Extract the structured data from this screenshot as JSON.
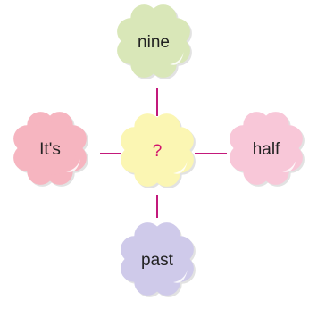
{
  "flowers": [
    {
      "id": "top",
      "text": "nine",
      "color": "#d9e7b8"
    },
    {
      "id": "left",
      "text": "It's",
      "color": "#f6b5c0"
    },
    {
      "id": "center",
      "text": "?",
      "color": "#fbf6b3"
    },
    {
      "id": "right",
      "text": "half",
      "color": "#f8c7d8"
    },
    {
      "id": "bottom",
      "text": "past",
      "color": "#cfcaea"
    }
  ],
  "connector_color": "#c3197b",
  "center_label_color": "#d1136c"
}
